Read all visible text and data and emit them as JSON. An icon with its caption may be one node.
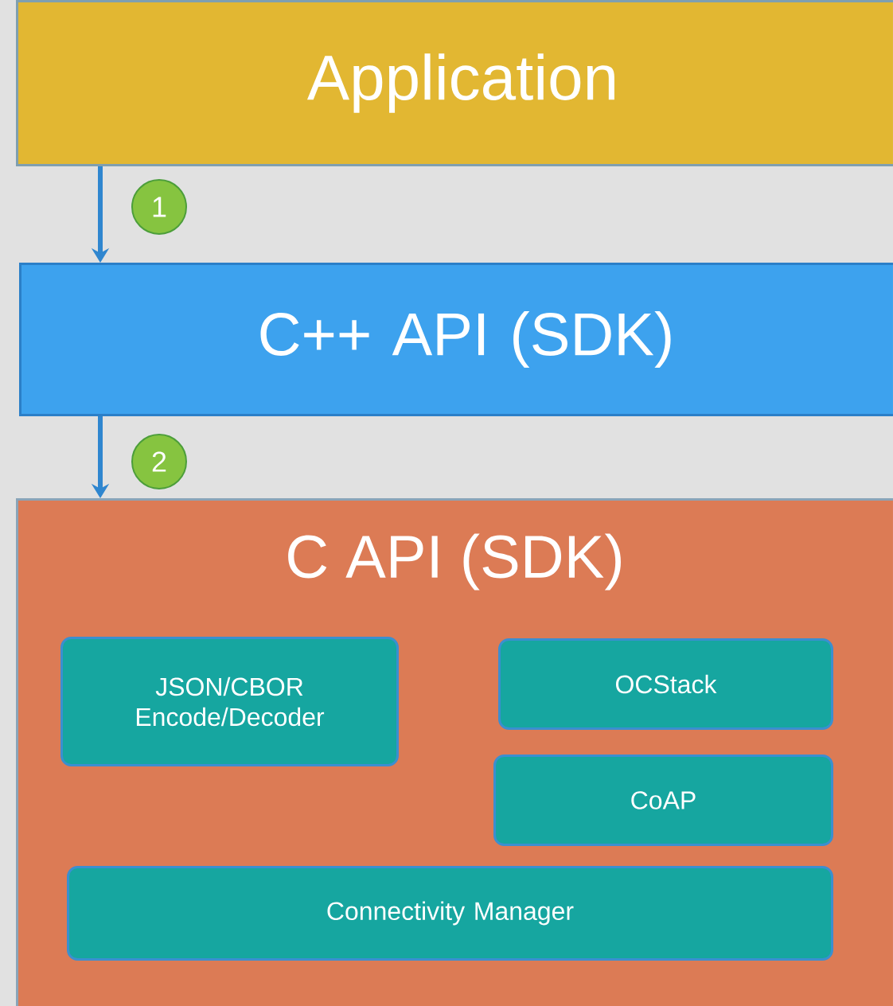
{
  "diagram": {
    "nodes": [
      {
        "text": [
          "Application"
        ]
      },
      {
        "text": [
          "C++ API (SDK)"
        ]
      },
      {
        "text": [
          "C API (SDK)"
        ]
      },
      {
        "text": [
          "JSON/CBOR Encode/Decoder"
        ],
        "in": 2
      },
      {
        "text": [
          "OCStack"
        ],
        "in": 2
      },
      {
        "text": [
          "CoAP"
        ],
        "in": 2
      },
      {
        "text": [
          "Connectivity Manager"
        ],
        "in": 2
      }
    ],
    "edges": [
      {
        "from": 0,
        "to": 1,
        "arrow": "to"
      },
      {
        "from": 1,
        "to": 2,
        "arrow": "to"
      }
    ],
    "labels": [
      "1",
      "2"
    ]
  }
}
